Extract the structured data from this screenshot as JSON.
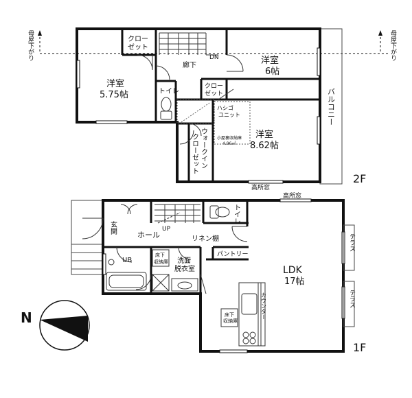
{
  "floor2": {
    "label": "2F",
    "left_note": "母屋下がり",
    "right_note": "母屋下がり",
    "rooms": {
      "western_west": {
        "name": "洋室",
        "size": "5.75帖"
      },
      "western_north": {
        "name": "洋室",
        "size": "6帖"
      },
      "western_center": {
        "name": "洋室",
        "size": "8.62帖"
      },
      "closet_a_line1": "クロー",
      "closet_a_line2": "ゼット",
      "closet_b_line1": "クロー",
      "closet_b_line2": "ゼット",
      "corridor": "廊下",
      "down": "DN",
      "toilet": "トイレ",
      "ladder_line1": "ハシゴ",
      "ladder_line2": "ユニット",
      "attic_line1": "小屋裏収納庫",
      "attic_line2": "4.96㎡",
      "walkin": "ウォークイン",
      "walkin_closet": "クローゼット",
      "balcony": "バルコニー",
      "high_window": "高所窓"
    }
  },
  "floor1": {
    "label": "1F",
    "high_window": "高所窓",
    "rooms": {
      "entrance": "玄関",
      "hall": "ホール",
      "up": "UP",
      "linen": "リネン棚",
      "toilet": "トイレ",
      "pantry": "パントリー",
      "ub": "UB",
      "underfloor_a_line1": "床下",
      "underfloor_a_line2": "収納庫",
      "wash_line1": "洗面",
      "wash_line2": "脱衣室",
      "ldk": "LDK",
      "ldk_size": "17帖",
      "counter": "カウンター",
      "underfloor_b_line1": "床下",
      "underfloor_b_line2": "収納庫",
      "terrace_a": "テラス",
      "terrace_b": "テラス"
    }
  },
  "compass": {
    "north": "N"
  }
}
